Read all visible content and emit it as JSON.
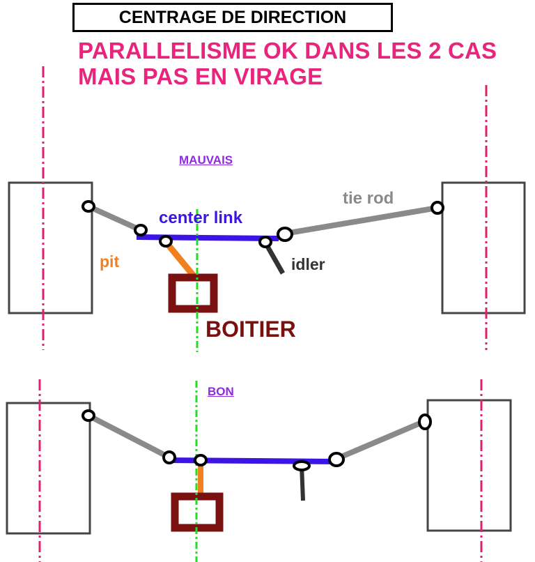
{
  "title": "CENTRAGE DE DIRECTION",
  "subtitle": {
    "line1": "PARALLELISME OK DANS LES 2 CAS",
    "line2": "MAIS PAS EN VIRAGE"
  },
  "diagram_bad": {
    "section_label": "MAUVAIS",
    "labels": {
      "center_link": "center link",
      "tie_rod": "tie rod",
      "pitman": "pit",
      "idler": "idler",
      "box": "BOITIER"
    }
  },
  "diagram_good": {
    "section_label": "BON"
  },
  "colors": {
    "subtitle": "#e8247c",
    "wheel_axis": "#e0206e",
    "center_axis": "#22dd22",
    "center_link": "#3c14e6",
    "tie_rod": "#8a8a8a",
    "pitman_arm": "#f08020",
    "idler_arm": "#333333",
    "steering_box": "#7a1010",
    "section_label": "#8e2be2"
  }
}
